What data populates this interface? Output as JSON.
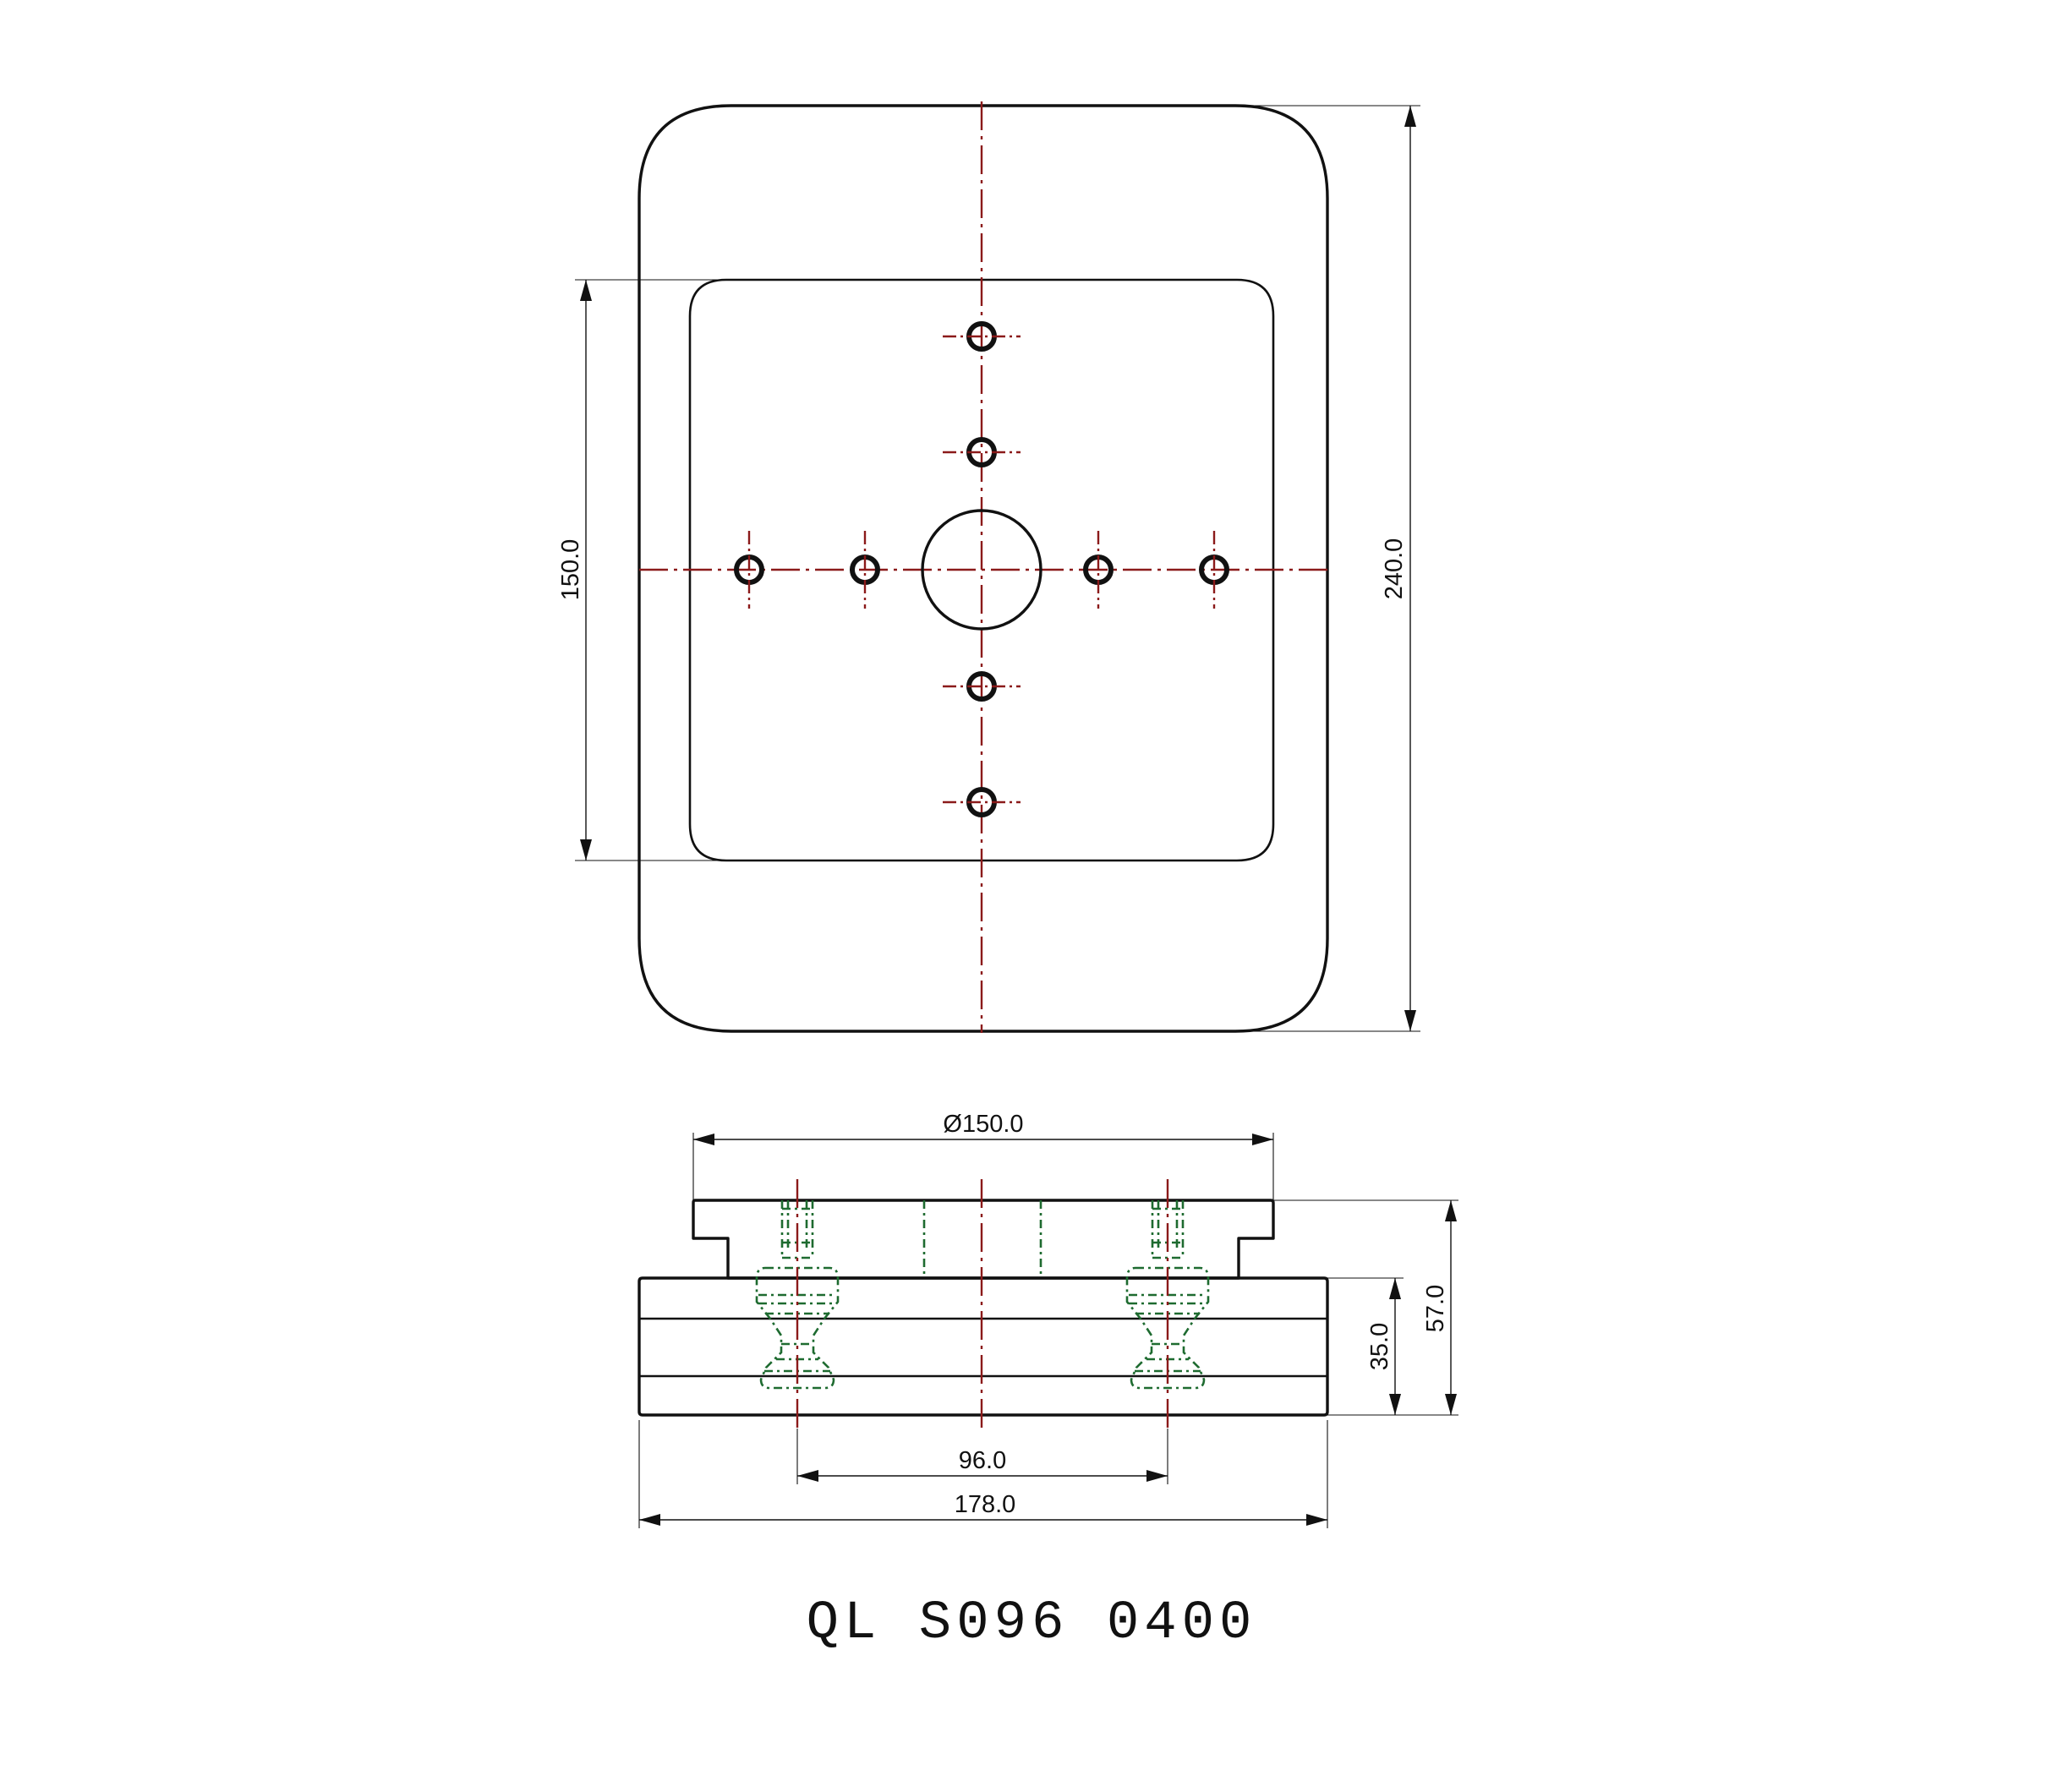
{
  "colors": {
    "outline": "#111111",
    "center_line": "#8b1a1a",
    "hidden_line": "#1e6b30"
  },
  "dimensions": {
    "height_total": "240.0",
    "inner_square": "150.0",
    "diameter": "Ø150.0",
    "height_overall": "57.0",
    "base_height": "35.0",
    "pin_spacing": "96.0",
    "base_width": "178.0"
  },
  "title": "QL S096 0400"
}
